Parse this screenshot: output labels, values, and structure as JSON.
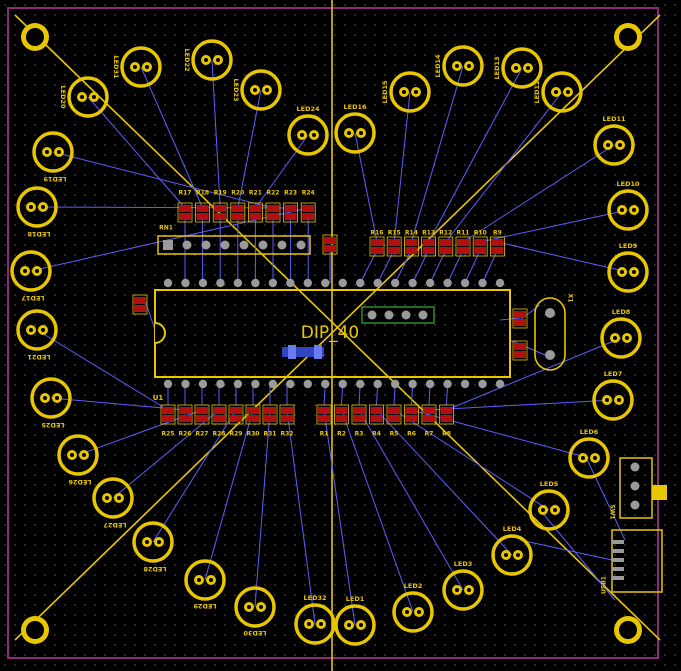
{
  "board": {
    "ic_label": "DIP_40",
    "outline_color": "#8e2a7a",
    "silk_color": "#e8c600",
    "track_color": "#5d5dff",
    "pad_color": "#e8c600",
    "smd_color": "#b01010"
  },
  "ic": {
    "designator": "U1",
    "label": "DIP_40",
    "pins_per_row": 20
  },
  "leds": [
    {
      "name": "LED1"
    },
    {
      "name": "LED2"
    },
    {
      "name": "LED3"
    },
    {
      "name": "LED4"
    },
    {
      "name": "LED5"
    },
    {
      "name": "LED6"
    },
    {
      "name": "LED7"
    },
    {
      "name": "LED8"
    },
    {
      "name": "LED9"
    },
    {
      "name": "LED10"
    },
    {
      "name": "LED11"
    },
    {
      "name": "LED12"
    },
    {
      "name": "LED13"
    },
    {
      "name": "LED14"
    },
    {
      "name": "LED15"
    },
    {
      "name": "LED16"
    },
    {
      "name": "LED17"
    },
    {
      "name": "LED18"
    },
    {
      "name": "LED19"
    },
    {
      "name": "LED20"
    },
    {
      "name": "LED21"
    },
    {
      "name": "LED22"
    },
    {
      "name": "LED23"
    },
    {
      "name": "LED24"
    },
    {
      "name": "LED25"
    },
    {
      "name": "LED26"
    },
    {
      "name": "LED27"
    },
    {
      "name": "LED28"
    },
    {
      "name": "LED29"
    },
    {
      "name": "LED30"
    },
    {
      "name": "LED31"
    },
    {
      "name": "LED32"
    }
  ],
  "resistors_top_left": [
    "R17",
    "R18",
    "R19",
    "R20",
    "R21",
    "R22",
    "R23",
    "R24"
  ],
  "resistors_top_right": [
    "R16",
    "R15",
    "R14",
    "R13",
    "R12",
    "R11",
    "R10",
    "R9"
  ],
  "resistors_bottom_left": [
    "R25",
    "R26",
    "R27",
    "R28",
    "R29",
    "R30",
    "R31",
    "R32"
  ],
  "resistors_bottom_right": [
    "R1",
    "R2",
    "R3",
    "R4",
    "R5",
    "R6",
    "R7",
    "R8"
  ],
  "resistor_network": "RN1",
  "crystal": "X1",
  "switch": "SW1",
  "usb": "USB1"
}
